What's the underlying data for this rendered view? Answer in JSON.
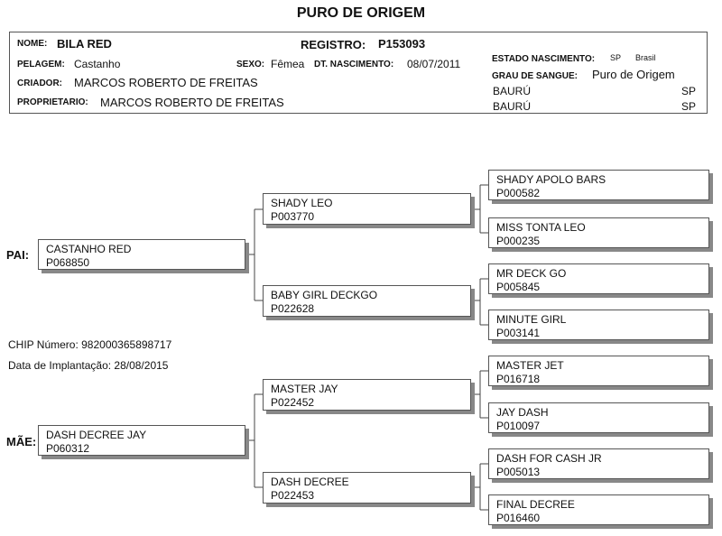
{
  "title": "PURO DE ORIGEM",
  "header": {
    "nome_label": "NOME:",
    "nome": "BILA RED",
    "registro_label": "REGISTRO:",
    "registro": "P153093",
    "pelagem_label": "PELAGEM:",
    "pelagem": "Castanho",
    "sexo_label": "SEXO:",
    "sexo": "Fêmea",
    "dt_label": "DT. NASCIMENTO:",
    "dt": "08/07/2011",
    "criador_label": "CRIADOR:",
    "criador": "MARCOS ROBERTO DE FREITAS",
    "proprietario_label": "PROPRIETARIO:",
    "proprietario": "MARCOS ROBERTO DE FREITAS",
    "estado_label": "ESTADO NASCIMENTO:",
    "estado": "SP",
    "pais": "Brasil",
    "grau_label": "GRAU DE SANGUE:",
    "grau": "Puro de Origem",
    "cidade1": "BAURÚ",
    "uf1": "SP",
    "cidade2": "BAURÚ",
    "uf2": "SP"
  },
  "chip": "CHIP Número: 982000365898717",
  "implantacao": "Data de Implantação: 28/08/2015",
  "sire_label": "PAI:",
  "dam_label": "MÃE:",
  "pedigree": {
    "sire": {
      "name": "CASTANHO RED",
      "reg": "P068850"
    },
    "dam": {
      "name": "DASH DECREE JAY",
      "reg": "P060312"
    },
    "sire_sire": {
      "name": "SHADY LEO",
      "reg": "P003770"
    },
    "sire_dam": {
      "name": "BABY GIRL DECKGO",
      "reg": "P022628"
    },
    "dam_sire": {
      "name": "MASTER JAY",
      "reg": "P022452"
    },
    "dam_dam": {
      "name": "DASH DECREE",
      "reg": "P022453"
    },
    "g3": [
      {
        "name": "SHADY APOLO BARS",
        "reg": "P000582"
      },
      {
        "name": "MISS TONTA LEO",
        "reg": "P000235"
      },
      {
        "name": "MR DECK GO",
        "reg": "P005845"
      },
      {
        "name": "MINUTE GIRL",
        "reg": "P003141"
      },
      {
        "name": "MASTER JET",
        "reg": "P016718"
      },
      {
        "name": "JAY DASH",
        "reg": "P010097"
      },
      {
        "name": "DASH FOR CASH JR",
        "reg": "P005013"
      },
      {
        "name": "FINAL DECREE",
        "reg": "P016460"
      }
    ]
  }
}
